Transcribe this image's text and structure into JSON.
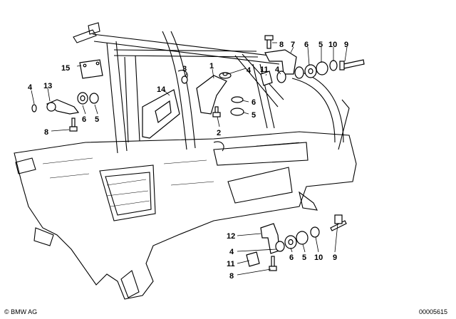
{
  "diagram": {
    "callouts": [
      {
        "id": "c1",
        "text": "1"
      },
      {
        "id": "c2",
        "text": "2"
      },
      {
        "id": "c3",
        "text": "3"
      },
      {
        "id": "c4a",
        "text": "4"
      },
      {
        "id": "c4b",
        "text": "4"
      },
      {
        "id": "c4c",
        "text": "4"
      },
      {
        "id": "c4d",
        "text": "4"
      },
      {
        "id": "c5a",
        "text": "5"
      },
      {
        "id": "c5b",
        "text": "5"
      },
      {
        "id": "c5c",
        "text": "5"
      },
      {
        "id": "c5d",
        "text": "5"
      },
      {
        "id": "c6a",
        "text": "6"
      },
      {
        "id": "c6b",
        "text": "6"
      },
      {
        "id": "c6c",
        "text": "6"
      },
      {
        "id": "c6d",
        "text": "6"
      },
      {
        "id": "c7",
        "text": "7"
      },
      {
        "id": "c8a",
        "text": "8"
      },
      {
        "id": "c8b",
        "text": "8"
      },
      {
        "id": "c8c",
        "text": "8"
      },
      {
        "id": "c9a",
        "text": "9"
      },
      {
        "id": "c9b",
        "text": "9"
      },
      {
        "id": "c10a",
        "text": "10"
      },
      {
        "id": "c10b",
        "text": "10"
      },
      {
        "id": "c11a",
        "text": "11"
      },
      {
        "id": "c11b",
        "text": "11"
      },
      {
        "id": "c12",
        "text": "12"
      },
      {
        "id": "c13",
        "text": "13"
      },
      {
        "id": "c14",
        "text": "14"
      },
      {
        "id": "c15",
        "text": "15"
      }
    ]
  },
  "footer": {
    "copyright": "© BMW AG",
    "drawing_number": "00005615"
  }
}
